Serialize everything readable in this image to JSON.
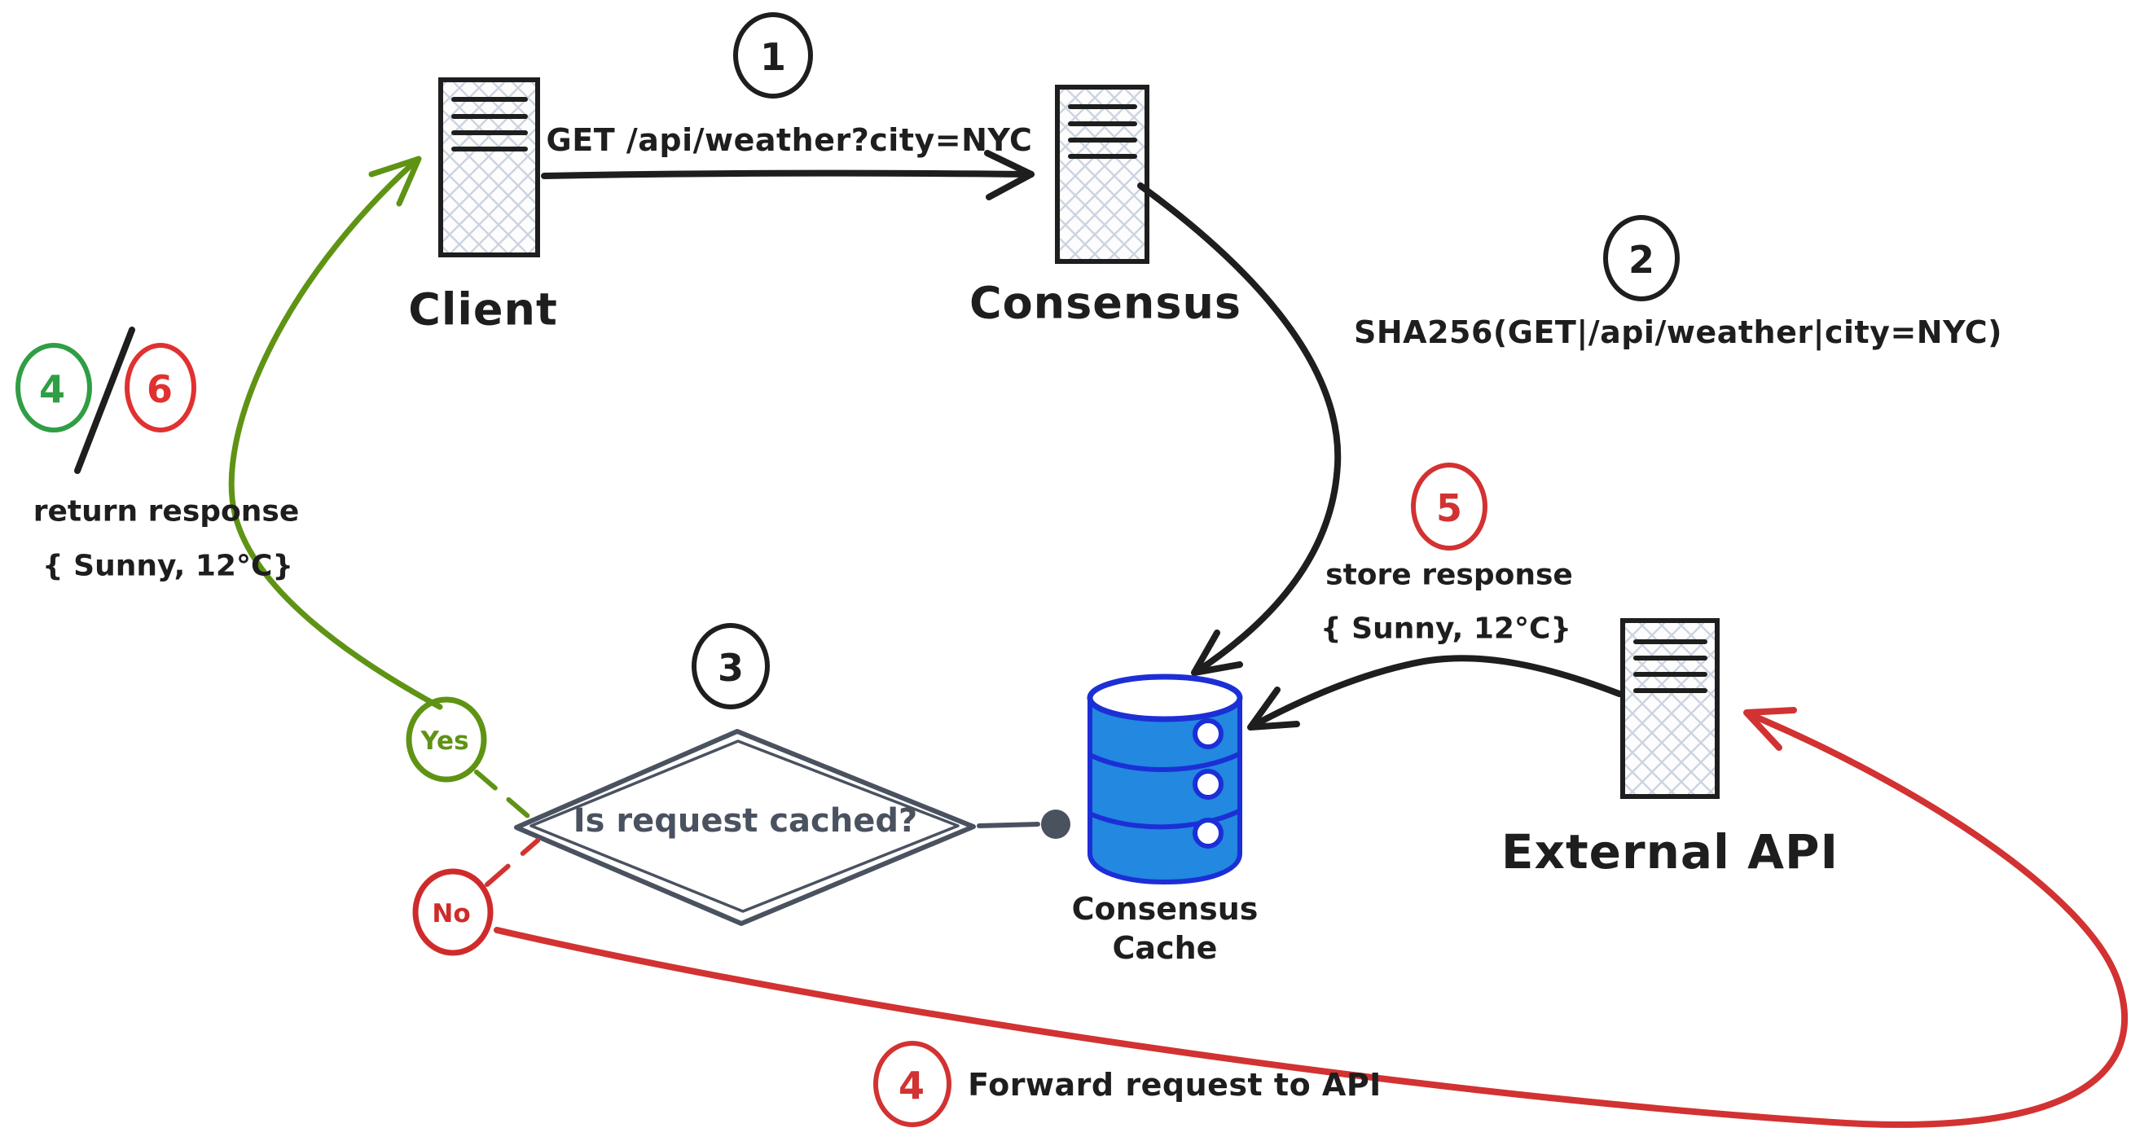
{
  "canvas": {
    "background": "#ffffff"
  },
  "nodes": {
    "client": {
      "label": "Client"
    },
    "consensus": {
      "label": "Consensus"
    },
    "external_api": {
      "label": "External API"
    },
    "cache": {
      "label_line1": "Consensus",
      "label_line2": "Cache"
    },
    "decision": {
      "question": "Is request cached?"
    }
  },
  "steps": {
    "s1": "1",
    "s2": "2",
    "s3": "3",
    "s4_return": "4",
    "s6_return": "6",
    "s5_store": "5",
    "s4_forward": "4"
  },
  "branches": {
    "yes": "Yes",
    "no": "No"
  },
  "edges": {
    "request": {
      "label": "GET /api/weather?city=NYC"
    },
    "hash": {
      "label": "SHA256(GET|/api/weather|city=NYC)"
    },
    "store": {
      "line1": "store response",
      "line2": "{ Sunny, 12°C}"
    },
    "return": {
      "line1": "return response",
      "line2": "{ Sunny, 12°C}"
    },
    "forward": {
      "label": "Forward request to API"
    }
  },
  "colors": {
    "ink": "#1e1e1e",
    "slate": "#4a5260",
    "green_flow": "#5f9314",
    "green_badge": "#2f9e44",
    "red": "#d23232",
    "blue_stroke": "#1c2fd6",
    "blue_fill": "#2288e0",
    "hatch_line": "#ccd4e0"
  }
}
